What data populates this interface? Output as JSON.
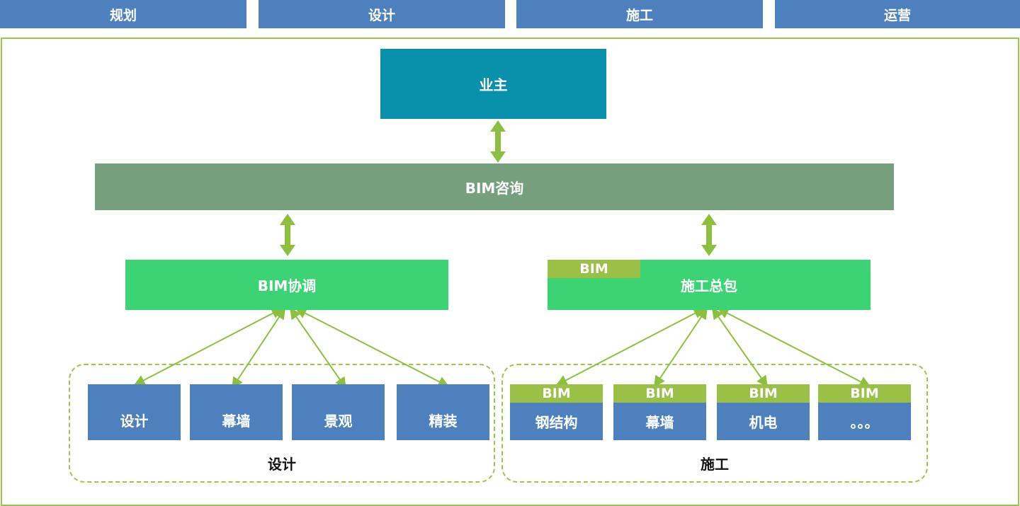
{
  "phases": [
    "规划",
    "设计",
    "施工",
    "运营"
  ],
  "owner": "业主",
  "bim_consulting": "BIM咨询",
  "bim_coordination": "BIM协调",
  "general_contractor": {
    "tag": "BIM",
    "label": "施工总包"
  },
  "design_group": {
    "label": "设计",
    "items": [
      "设计",
      "幕墙",
      "景观",
      "精装"
    ]
  },
  "construction_group": {
    "label": "施工",
    "items": [
      {
        "tag": "BIM",
        "label": "钢结构"
      },
      {
        "tag": "BIM",
        "label": "幕墙"
      },
      {
        "tag": "BIM",
        "label": "机电"
      },
      {
        "tag": "BIM",
        "label": "。。。"
      }
    ]
  },
  "colors": {
    "phase_blue": "#4e80bd",
    "owner_teal": "#0991ac",
    "consult_green": "#769f7e",
    "bright_green": "#3cd374",
    "tag_green": "#9bc046",
    "line_green": "#8dbf3f"
  }
}
